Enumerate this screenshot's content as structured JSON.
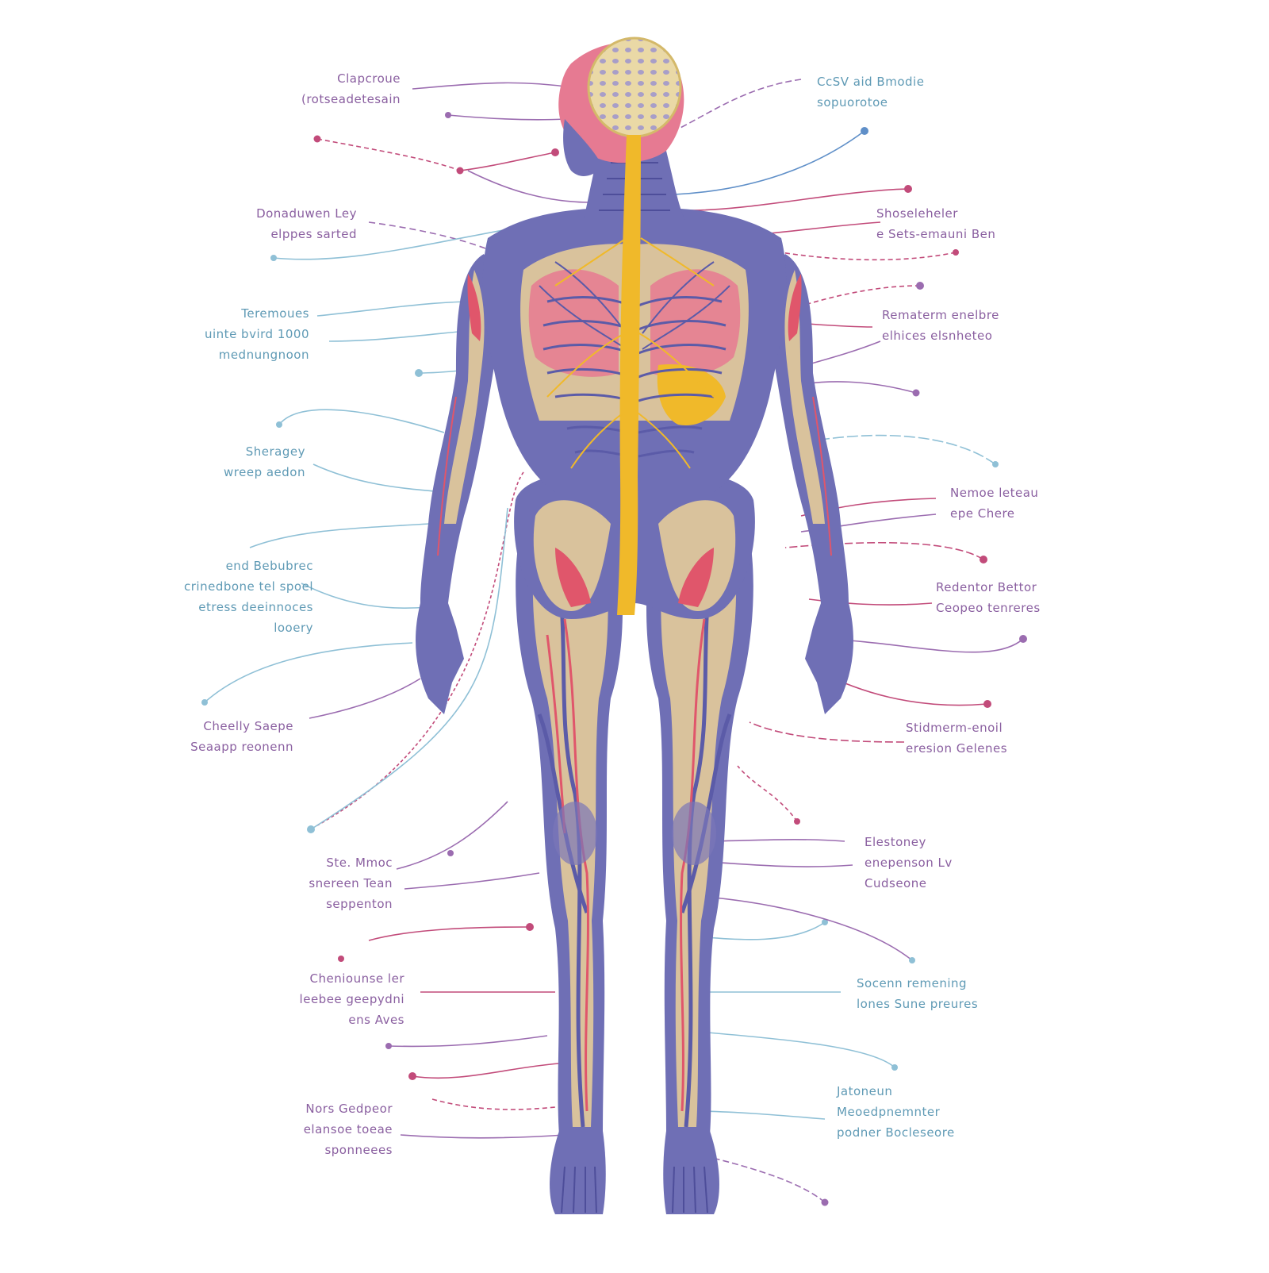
{
  "colors": {
    "bone_blue": "#6f6fb5",
    "muscle_tan": "#d9c29c",
    "muscle_red": "#e0566b",
    "nerve_yellow": "#f0b92a",
    "brain_tan": "#e8d49a",
    "brain_pink": "#e67a92",
    "leader_purple": "#9b6cb0",
    "leader_blue": "#8fc0d6",
    "leader_pink": "#c24b7a"
  },
  "labels": {
    "l1": [
      "Clapcroue",
      "(rotseadetesain"
    ],
    "l2": [
      "Donaduwen Ley",
      "elppes sarted"
    ],
    "l3": [
      "Teremoues",
      "uinte bvird 1000",
      "mednungnoon"
    ],
    "l4": [
      "Sheragey",
      "wreep aedon"
    ],
    "l5": [
      "end Bebubrec",
      "crinedbone tel spoel",
      "etress deeinnoces",
      "looery"
    ],
    "l6": [
      "Cheelly Saepe",
      "Seaapp reonenn"
    ],
    "l7": [
      "Ste. Mmoc",
      "snereen Tean",
      "seppenton"
    ],
    "l8": [
      "Cheniounse ler",
      "leebee geepydni",
      "ens Aves"
    ],
    "l9": [
      "Nors Gedpeor",
      "elansoe toeae",
      "sponneees"
    ],
    "r1": [
      "CcSV aid Bmodie",
      "sopuorotoe"
    ],
    "r2": [
      "Shoseleheler",
      "e Sets-emauni Ben"
    ],
    "r3": [
      "Rematerm enelbre",
      "elhices elsnheteo"
    ],
    "r4": [
      "Nemoe leteau",
      "epe Chere"
    ],
    "r5": [
      "Redentor Bettor",
      "Ceopeo tenreres"
    ],
    "r6": [
      "Stidmerm-enoil",
      "eresion Gelenes"
    ],
    "r7": [
      "Elestoney",
      "enepenson Lv",
      "Cudseone"
    ],
    "r8": [
      "Socenn remening",
      "lones Sune preures"
    ],
    "r9": [
      "Jatoneun",
      "Meoedpnemnter",
      "podner Bocleseore"
    ]
  }
}
